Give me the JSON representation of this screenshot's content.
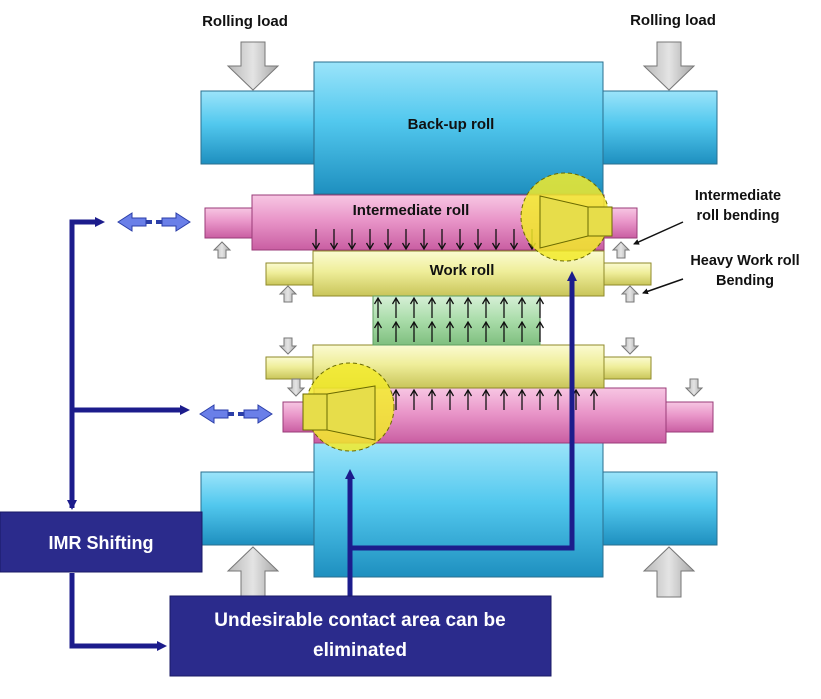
{
  "labels": {
    "rolling_load_left": "Rolling load",
    "rolling_load_right": "Rolling load",
    "backup_roll": "Back-up roll",
    "intermediate_roll": "Intermediate roll",
    "work_roll": "Work roll",
    "intermediate_bending_line1": "Intermediate",
    "intermediate_bending_line2": "roll bending",
    "work_bending_line1": "Heavy Work roll",
    "work_bending_line2": "Bending",
    "imr_shifting": "IMR Shifting",
    "contact_line1": "Undesirable contact area can be",
    "contact_line2": "eliminated"
  },
  "colors": {
    "backup_roll": "#4fc3e8",
    "intermediate_roll": "#e896c8",
    "work_roll": "#f0ef9a",
    "strip": "#a9dca9",
    "label_box": "#2b2b8c",
    "arrow_navy": "#1c1c8c",
    "shift_arrow": "#6a7fe8",
    "contact_highlight": "#f2ea2a"
  }
}
